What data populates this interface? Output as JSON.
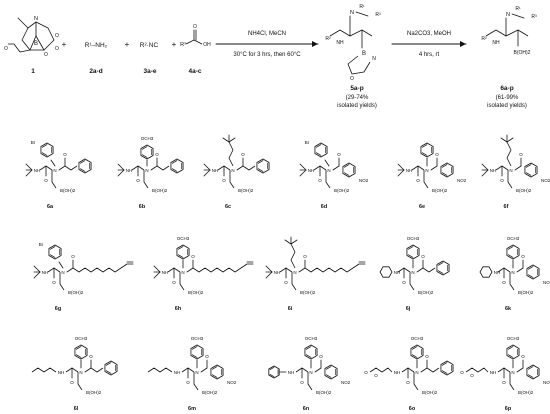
{
  "scheme": {
    "reactants": {
      "r1": {
        "id": "1"
      },
      "r2": {
        "id": "2a-d",
        "formula": "R¹–NH₂"
      },
      "r3": {
        "id": "3a-e",
        "formula": "R²·NC"
      },
      "r4": {
        "id": "4a-c",
        "formula": "R³–COOH"
      }
    },
    "step1": {
      "reagents": "NH4Cl, MeCN",
      "conditions": "30°C for 3 hrs, then 60°C"
    },
    "product1": {
      "id": "5a-p",
      "yield": "(29-74%",
      "yield2": "isolated yields)"
    },
    "step2": {
      "reagents": "Na2CO3, MeOH",
      "conditions": "4 hrs, rt"
    },
    "product2": {
      "id": "6a-p",
      "yield": "(61-99%",
      "yield2": "isolated yields)"
    }
  },
  "compounds": [
    {
      "id": "6a",
      "amine": "4-bromophenyl",
      "isocyanide": "tert-butyl",
      "acid": "cinnamoyl"
    },
    {
      "id": "6b",
      "amine": "4-methoxyphenyl",
      "isocyanide": "tert-butyl",
      "acid": "cinnamoyl"
    },
    {
      "id": "6c",
      "amine": "3,3-dimethylbutyl",
      "isocyanide": "tert-butyl",
      "acid": "cinnamoyl"
    },
    {
      "id": "6d",
      "amine": "4-bromophenyl",
      "isocyanide": "tert-butyl",
      "acid": "4-nitrobenzoyl"
    },
    {
      "id": "6e",
      "amine": "benzyl",
      "isocyanide": "tert-butyl",
      "acid": "4-nitrobenzoyl"
    },
    {
      "id": "6f",
      "amine": "3,3-dimethylbutyl",
      "isocyanide": "tert-butyl",
      "acid": "4-nitrobenzoyl"
    },
    {
      "id": "6g",
      "amine": "4-bromophenyl",
      "isocyanide": "tert-butyl",
      "acid": "undec-10-enoyl"
    },
    {
      "id": "6h",
      "amine": "4-methoxybenzyl",
      "isocyanide": "tert-butyl",
      "acid": "undec-10-enoyl"
    },
    {
      "id": "6i",
      "amine": "3,3-dimethylbutyl",
      "isocyanide": "tert-butyl",
      "acid": "undec-10-enoyl"
    },
    {
      "id": "6j",
      "amine": "4-methoxybenzyl",
      "isocyanide": "cyclohexyl",
      "acid": "cinnamoyl"
    },
    {
      "id": "6k",
      "amine": "4-methoxybenzyl",
      "isocyanide": "cyclohexyl",
      "acid": "4-nitrobenzoyl"
    },
    {
      "id": "6l",
      "amine": "4-methoxybenzyl",
      "isocyanide": "n-pentyl",
      "acid": "cinnamoyl"
    },
    {
      "id": "6m",
      "amine": "4-methoxybenzyl",
      "isocyanide": "n-pentyl",
      "acid": "4-nitrobenzoyl"
    },
    {
      "id": "6n",
      "amine": "4-methoxybenzyl",
      "isocyanide": "benzyl",
      "acid": "4-nitrobenzoyl"
    },
    {
      "id": "6o",
      "amine": "4-methoxybenzyl",
      "isocyanide": "methyl glycinate",
      "acid": "cinnamoyl"
    },
    {
      "id": "6p",
      "amine": "4-methoxybenzyl",
      "isocyanide": "methyl glycinate",
      "acid": "4-nitrobenzoyl"
    }
  ],
  "labels": {
    "boronic": "B(OH)2",
    "nh": "NH",
    "n": "N",
    "och3": "OCH3",
    "br": "Br",
    "no2": "NO2",
    "o": "O"
  }
}
